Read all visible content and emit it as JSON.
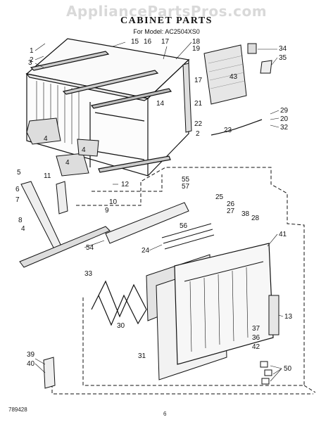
{
  "watermark": "AppliancePartsPros.com",
  "title": "CABINET PARTS",
  "subtitle": "For Model: AC2504XS0",
  "document_id": "789428",
  "page_number": "6",
  "callouts": [
    "1",
    "2",
    "3",
    "4",
    "4",
    "4",
    "5",
    "6",
    "7",
    "8",
    "4",
    "9",
    "10",
    "11",
    "12",
    "14",
    "15",
    "16",
    "17",
    "17",
    "18",
    "19",
    "2",
    "21",
    "22",
    "23",
    "20",
    "29",
    "32",
    "34",
    "35",
    "43",
    "55",
    "57",
    "25",
    "26",
    "27",
    "38",
    "28",
    "41",
    "56",
    "54",
    "24",
    "33",
    "30",
    "31",
    "13",
    "37",
    "36",
    "42",
    "39",
    "40",
    "50"
  ]
}
